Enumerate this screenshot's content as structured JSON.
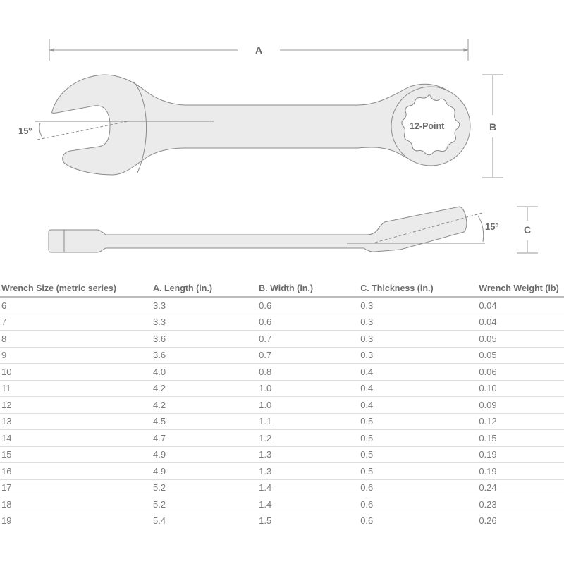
{
  "diagram": {
    "dimension_a": "A",
    "dimension_b": "B",
    "dimension_c": "C",
    "open_end_angle": "15º",
    "offset_angle": "15º",
    "box_end_label": "12-Point",
    "colors": {
      "fill": "#ebebeb",
      "stroke": "#8a8a8a",
      "text": "#6a6a6a"
    }
  },
  "table": {
    "headers": [
      "Wrench Size (metric series)",
      "A. Length (in.)",
      "B. Width (in.)",
      "C. Thickness (in.)",
      "Wrench Weight (lb)"
    ],
    "rows": [
      [
        "6",
        "3.3",
        "0.6",
        "0.3",
        "0.04"
      ],
      [
        "7",
        "3.3",
        "0.6",
        "0.3",
        "0.04"
      ],
      [
        "8",
        "3.6",
        "0.7",
        "0.3",
        "0.05"
      ],
      [
        "9",
        "3.6",
        "0.7",
        "0.3",
        "0.05"
      ],
      [
        "10",
        "4.0",
        "0.8",
        "0.4",
        "0.06"
      ],
      [
        "11",
        "4.2",
        "1.0",
        "0.4",
        "0.10"
      ],
      [
        "12",
        "4.2",
        "1.0",
        "0.4",
        "0.09"
      ],
      [
        "13",
        "4.5",
        "1.1",
        "0.5",
        "0.12"
      ],
      [
        "14",
        "4.7",
        "1.2",
        "0.5",
        "0.15"
      ],
      [
        "15",
        "4.9",
        "1.3",
        "0.5",
        "0.19"
      ],
      [
        "16",
        "4.9",
        "1.3",
        "0.5",
        "0.19"
      ],
      [
        "17",
        "5.2",
        "1.4",
        "0.6",
        "0.24"
      ],
      [
        "18",
        "5.2",
        "1.4",
        "0.6",
        "0.23"
      ],
      [
        "19",
        "5.4",
        "1.5",
        "0.6",
        "0.26"
      ]
    ]
  }
}
